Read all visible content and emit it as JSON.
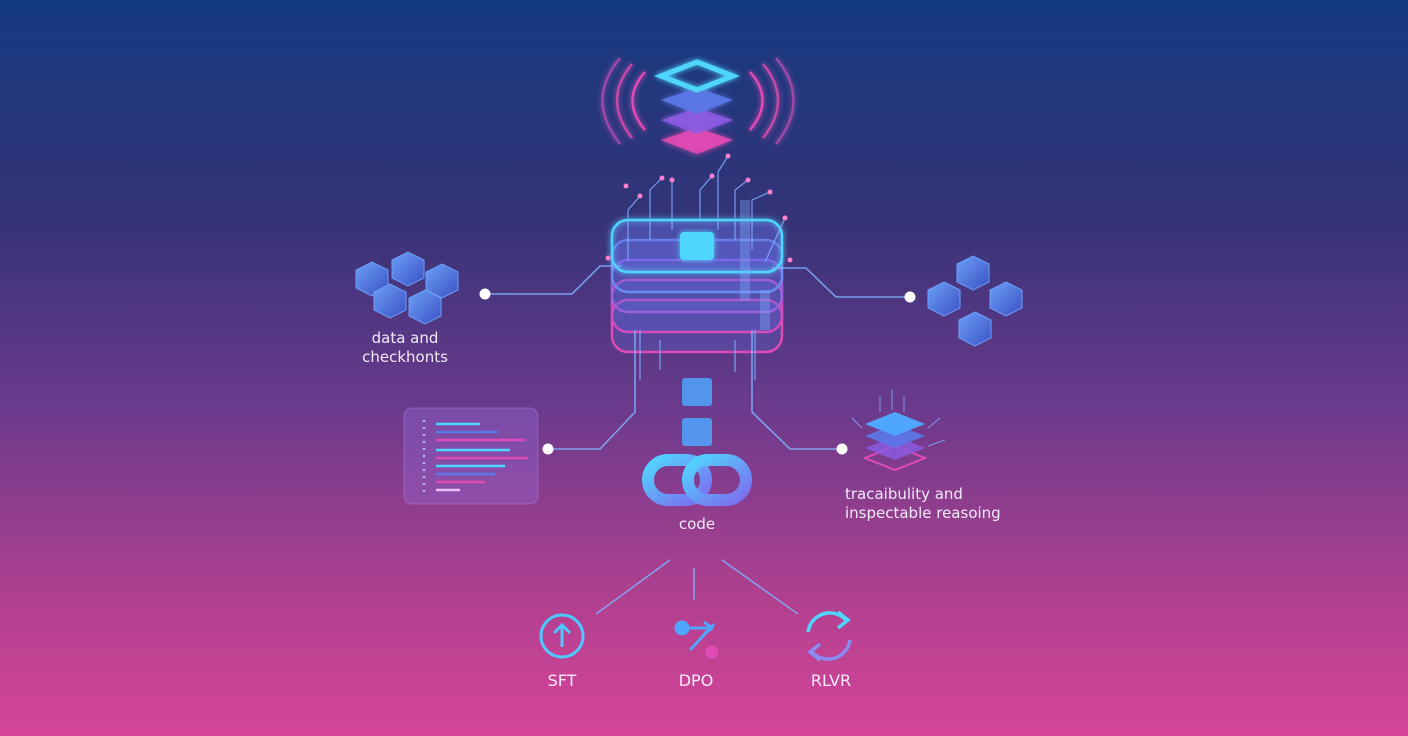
{
  "labels": {
    "data_checkpoints_line1": "data and",
    "data_checkpoints_line2": "checkhonts",
    "code": "code",
    "traceability_line1": "tracaibulity and",
    "traceability_line2": "inspectable reasoing"
  },
  "methods": [
    {
      "name": "SFT",
      "icon": "up-arrow-circle-icon"
    },
    {
      "name": "DPO",
      "icon": "preference-arrow-icon"
    },
    {
      "name": "RLVR",
      "icon": "refresh-cycle-icon"
    }
  ],
  "colors": {
    "cyan": "#4fd6ff",
    "blue": "#5b78e8",
    "magenta": "#e04ab4",
    "line": "#7fb2ff"
  }
}
